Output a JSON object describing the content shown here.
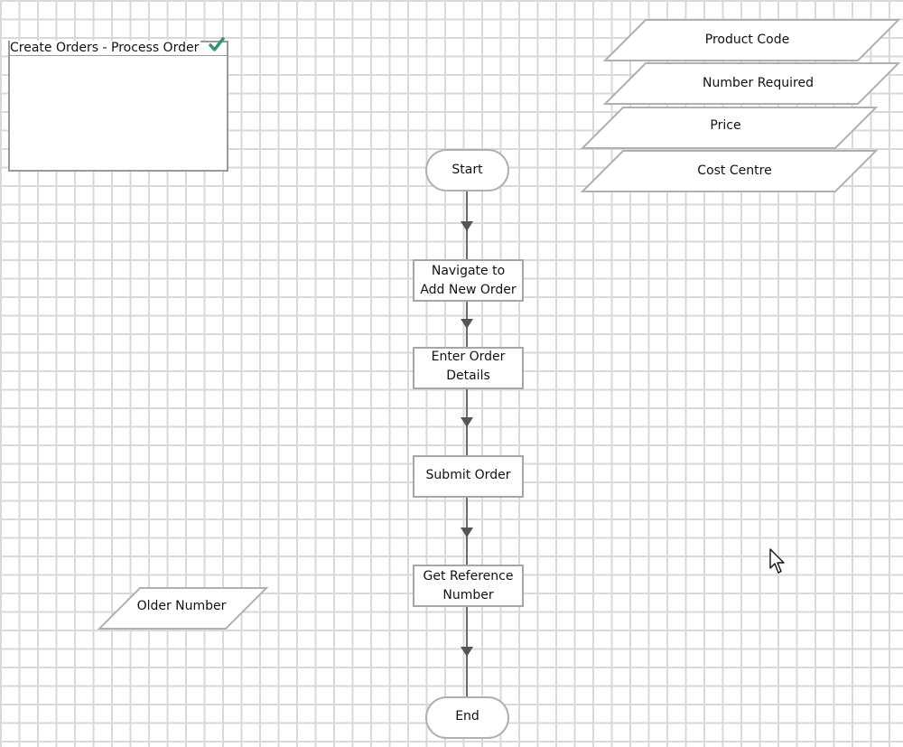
{
  "frame": {
    "title": "Create Orders - Process Order",
    "status_icon": "check-icon"
  },
  "flow": {
    "start": "Start",
    "steps": [
      {
        "line1": "Navigate to",
        "line2": "Add New Order"
      },
      {
        "line1": "Enter Order",
        "line2": "Details"
      },
      {
        "line1": "Submit Order"
      },
      {
        "line1": "Get Reference",
        "line2": "Number"
      }
    ],
    "end": "End"
  },
  "inputs": [
    "Product Code",
    "Number Required",
    "Price",
    "Cost Centre"
  ],
  "output": "Older Number",
  "colors": {
    "grid": "#d9d9d9",
    "shape_stroke": "#b0b0b0",
    "connector": "#6a6a6a",
    "check": "#3a8f7a"
  },
  "cursor": "arrow-cursor-icon"
}
